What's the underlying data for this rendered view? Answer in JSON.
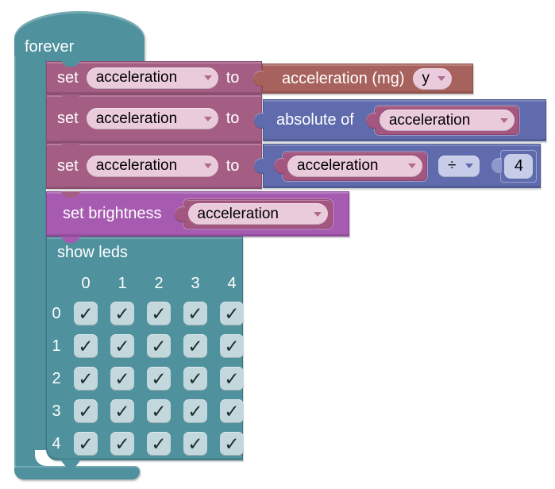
{
  "palette": {
    "canvas_bg": "#ffffff",
    "teal": "#4f929e",
    "teal_dark": "#3d747e",
    "pink": "#a45e84",
    "pink_dark": "#8a4c6e",
    "pink_frame": "#a25680",
    "pink_frame_dark": "#8d446c",
    "field_bg": "#eacbdb",
    "field_arrow": "#b06a92",
    "field_text": "#000000",
    "label_text": "#ffffff",
    "brown": "#a8625d",
    "brown_dark": "#8d4f4b",
    "blue": "#5f6bad",
    "blue_dark": "#4a5694",
    "lavender": "#c7cde9",
    "lavender_outline": "#98a2d4",
    "lavender_plug": "#8d98cc",
    "magenta": "#a65ab0",
    "magenta_dark": "#8a4494",
    "checkbox_bg": "#c2d8dc",
    "check_color": "#1c2b2e"
  },
  "forever": {
    "label": "forever"
  },
  "set_rows": [
    {
      "set": "set",
      "variable": "acceleration",
      "to": "to",
      "value_type": "acceleration_sensor",
      "value_label": "acceleration (mg)",
      "axis": "y"
    },
    {
      "set": "set",
      "variable": "acceleration",
      "to": "to",
      "value_type": "absolute",
      "value_label": "absolute of",
      "operand": "acceleration"
    },
    {
      "set": "set",
      "variable": "acceleration",
      "to": "to",
      "value_type": "arithmetic",
      "left": "acceleration",
      "operator": "÷",
      "right": "4"
    }
  ],
  "brightness": {
    "label": "set brightness",
    "value": "acceleration"
  },
  "led": {
    "label": "show leds",
    "col_headers": [
      "0",
      "1",
      "2",
      "3",
      "4"
    ],
    "rows": [
      {
        "label": "0",
        "cells": [
          true,
          true,
          true,
          true,
          true
        ]
      },
      {
        "label": "1",
        "cells": [
          true,
          true,
          true,
          true,
          true
        ]
      },
      {
        "label": "2",
        "cells": [
          true,
          true,
          true,
          true,
          true
        ]
      },
      {
        "label": "3",
        "cells": [
          true,
          true,
          true,
          true,
          true
        ]
      },
      {
        "label": "4",
        "cells": [
          true,
          true,
          true,
          true,
          true
        ]
      }
    ],
    "check_glyph": "✓"
  }
}
